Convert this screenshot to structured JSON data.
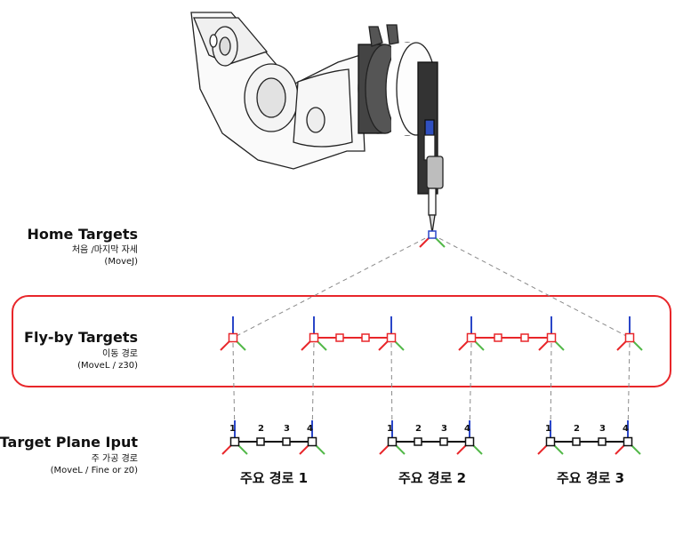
{
  "labels": {
    "home": {
      "title": "Home Targets",
      "sub1": "처음 /마지막 자세",
      "sub2": "(MoveJ)"
    },
    "flyby": {
      "title": "Fly-by Targets",
      "sub1": "이동 경로",
      "sub2": "(MoveL / z30)"
    },
    "plane": {
      "title": "Target Plane Iput",
      "sub1": "주 가공 경로",
      "sub2": "(MoveL / Fine or z0)"
    }
  },
  "groups": [
    {
      "name": "주요 경로 1",
      "numbers": [
        "1",
        "2",
        "3",
        "4"
      ]
    },
    {
      "name": "주요 경로 2",
      "numbers": [
        "1",
        "2",
        "3",
        "4"
      ]
    },
    {
      "name": "주요 경로 3",
      "numbers": [
        "1",
        "2",
        "3",
        "4"
      ]
    }
  ],
  "colors": {
    "axis_x": "#e8262a",
    "axis_y": "#52b848",
    "axis_z": "#2a46c8",
    "flyby_path": "#e8262a",
    "flyby_frame": "#e8262a",
    "plane_path": "#111111",
    "dashed": "#8a8a8a",
    "robot_outline": "#222222",
    "tool_accent": "#3050c0"
  },
  "icons": [
    "robot-arm",
    "coordinate-frame"
  ]
}
